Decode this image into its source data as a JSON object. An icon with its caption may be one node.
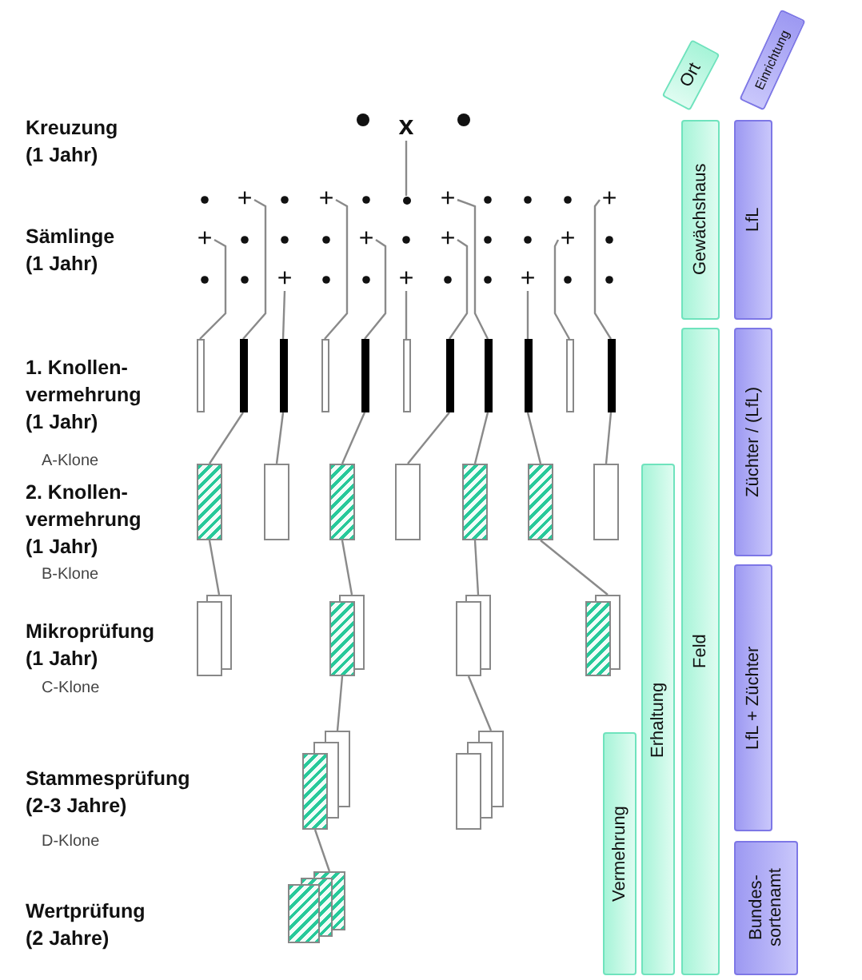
{
  "diagram": {
    "nodes": [
      {
        "text": [
          "x"
        ]
      },
      {
        "text": [],
        "shape": "circle"
      },
      {
        "text": [
          "+"
        ]
      },
      {
        "text": [
          "+"
        ]
      },
      {
        "text": [
          "+"
        ]
      },
      {
        "text": [
          "+"
        ]
      },
      {
        "text": [
          "+"
        ]
      },
      {
        "text": [
          "+"
        ]
      },
      {
        "text": [
          "+"
        ]
      },
      {
        "text": [
          "+"
        ]
      },
      {
        "text": [
          "+"
        ]
      },
      {
        "text": [
          "+"
        ]
      },
      {
        "text": [
          "+"
        ]
      },
      {
        "text": [],
        "shape": "bar"
      },
      {
        "text": [],
        "shape": "bar"
      },
      {
        "text": [],
        "shape": "bar"
      },
      {
        "text": [],
        "shape": "bar"
      },
      {
        "text": [],
        "shape": "bar"
      },
      {
        "text": [],
        "shape": "bar"
      },
      {
        "text": [],
        "shape": "bar"
      },
      {
        "text": [],
        "shape": "bar"
      },
      {
        "text": [],
        "shape": "bar"
      },
      {
        "text": [],
        "shape": "bar"
      },
      {
        "text": [],
        "shape": "bar"
      },
      {
        "text": [],
        "shape": "box"
      },
      {
        "text": [],
        "shape": "box"
      },
      {
        "text": [],
        "shape": "box"
      },
      {
        "text": [],
        "shape": "box"
      },
      {
        "text": [],
        "shape": "box"
      },
      {
        "text": [],
        "shape": "box"
      },
      {
        "text": [],
        "shape": "box"
      },
      {
        "text": [],
        "shape": "box"
      },
      {
        "text": [],
        "shape": "box"
      },
      {
        "text": [],
        "shape": "box"
      },
      {
        "text": [],
        "shape": "box"
      },
      {
        "text": [],
        "shape": "box"
      },
      {
        "text": [],
        "shape": "box"
      },
      {
        "text": [],
        "shape": "box"
      },
      {
        "text": [
          "Ort"
        ]
      },
      {
        "text": [
          "Einrichtung"
        ]
      },
      {
        "text": [
          "Gewächshaus"
        ]
      },
      {
        "text": [
          "LfL"
        ]
      },
      {
        "text": [
          "Feld"
        ]
      },
      {
        "text": [
          "Züchter / (LfL)"
        ]
      },
      {
        "text": [
          "Erhaltung"
        ]
      },
      {
        "text": [
          "LfL + Züchter"
        ]
      },
      {
        "text": [
          "Vermehrung"
        ]
      },
      {
        "text": [
          "Bundes- sortenamt"
        ]
      }
    ],
    "edges": [
      {
        "from": 0,
        "to": 1,
        "arrow": "none"
      },
      {
        "from": 2,
        "to": 13,
        "arrow": "none"
      },
      {
        "from": 3,
        "to": 14,
        "arrow": "none"
      },
      {
        "from": 4,
        "to": 15,
        "arrow": "none"
      },
      {
        "from": 5,
        "to": 16,
        "arrow": "none"
      },
      {
        "from": 6,
        "to": 17,
        "arrow": "none"
      },
      {
        "from": 7,
        "to": 18,
        "arrow": "none"
      },
      {
        "from": 8,
        "to": 20,
        "arrow": "none"
      },
      {
        "from": 9,
        "to": 19,
        "arrow": "none"
      },
      {
        "from": 10,
        "to": 21,
        "arrow": "none"
      },
      {
        "from": 11,
        "to": 22,
        "arrow": "none"
      },
      {
        "from": 12,
        "to": 23,
        "arrow": "none"
      },
      {
        "from": 14,
        "to": 24,
        "arrow": "none"
      },
      {
        "from": 15,
        "to": 25,
        "arrow": "none"
      },
      {
        "from": 17,
        "to": 26,
        "arrow": "none"
      },
      {
        "from": 19,
        "to": 27,
        "arrow": "none"
      },
      {
        "from": 20,
        "to": 28,
        "arrow": "none"
      },
      {
        "from": 21,
        "to": 29,
        "arrow": "none"
      },
      {
        "from": 23,
        "to": 30,
        "arrow": "none"
      },
      {
        "from": 24,
        "to": 31,
        "arrow": "none"
      },
      {
        "from": 26,
        "to": 32,
        "arrow": "none"
      },
      {
        "from": 28,
        "to": 33,
        "arrow": "none"
      },
      {
        "from": 29,
        "to": 34,
        "arrow": "none"
      },
      {
        "from": 32,
        "to": 35,
        "arrow": "none"
      },
      {
        "from": 33,
        "to": 36,
        "arrow": "none"
      },
      {
        "from": 35,
        "to": 37,
        "arrow": "none"
      }
    ],
    "labels": [
      "Kreuzung (1 Jahr)",
      "Sämlinge (1 Jahr)",
      "1. Knollen- vermehrung (1 Jahr)",
      "A-Klone",
      "2. Knollen- vermehrung (1 Jahr)",
      "B-Klone",
      "Mikroprüfung (1 Jahr)",
      "C-Klone",
      "Stammesprüfung (2-3 Jahre)",
      "D-Klone",
      "Wertprüfung (2 Jahre)"
    ]
  }
}
